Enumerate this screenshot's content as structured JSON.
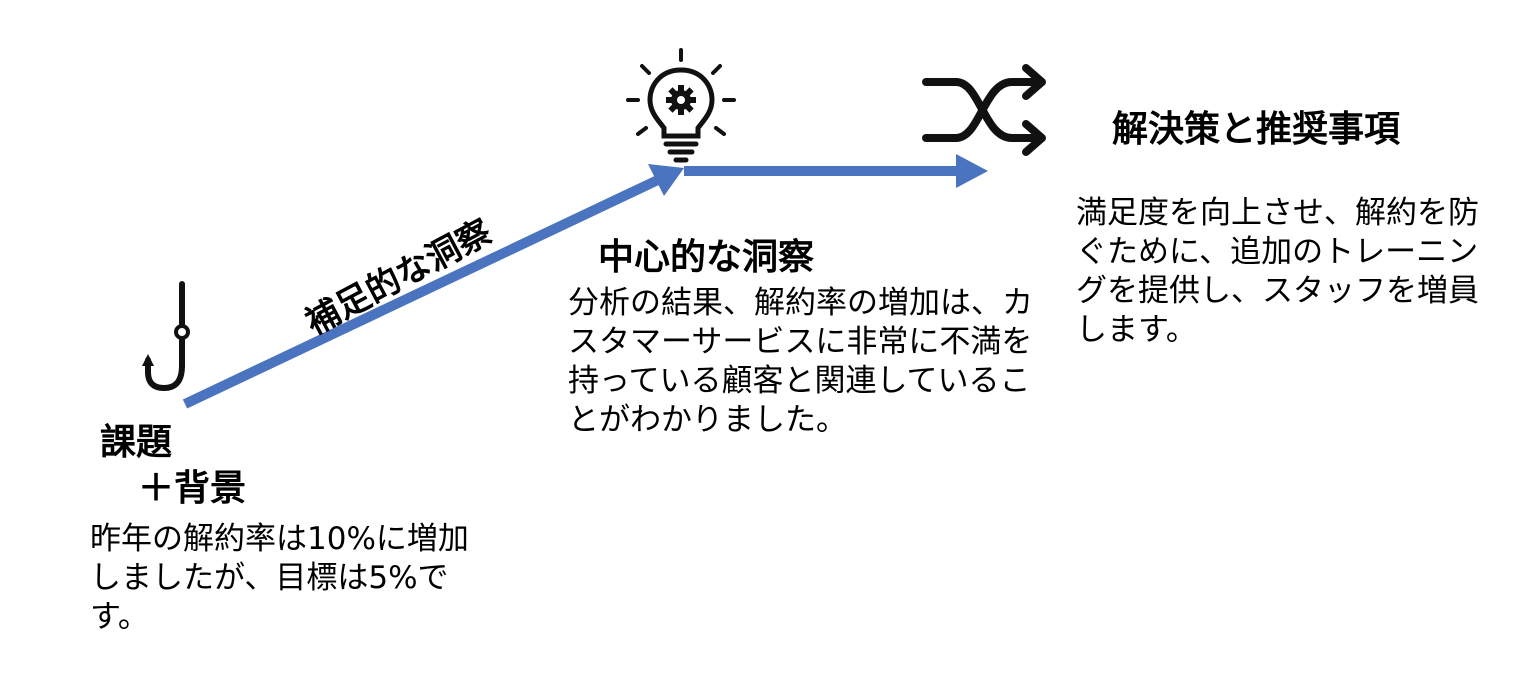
{
  "colors": {
    "arrow": "#4a73c0",
    "icon": "#111111",
    "text": "#000000"
  },
  "icons": {
    "problem": "hook-icon",
    "core": "lightbulb-gear-icon",
    "solution": "shuffle-arrows-icon"
  },
  "connector": {
    "label": "補足的な洞察"
  },
  "problem": {
    "title_line1": "課題",
    "title_line2": "＋背景",
    "description": "昨年の解約率は10%に増加しましたが、目標は5%です。"
  },
  "core_insight": {
    "title": "中心的な洞察",
    "description": "分析の結果、解約率の増加は、カスタマーサービスに非常に不満を持っている顧客と関連していることがわかりました。"
  },
  "solution": {
    "title": "解決策と推奨事項",
    "description": "満足度を向上させ、解約を防ぐために、追加のトレーニングを提供し、スタッフを増員します。"
  }
}
